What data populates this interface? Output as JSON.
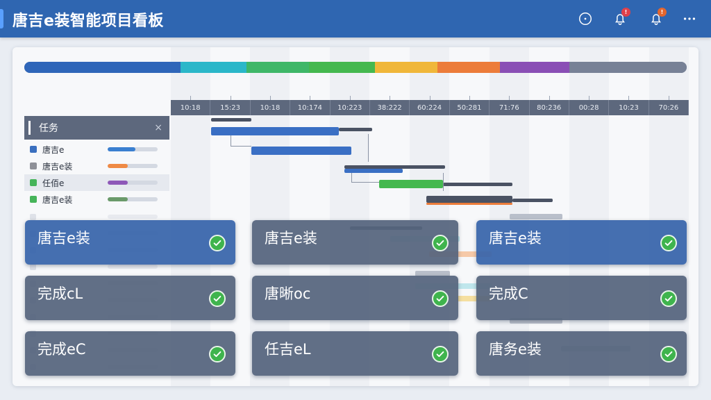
{
  "app": {
    "title": "唐吉e装智能项目看板"
  },
  "header_icons": [
    {
      "name": "clock-icon"
    },
    {
      "name": "bell-icon",
      "badge": "!"
    },
    {
      "name": "bell-icon",
      "badge": "!"
    },
    {
      "name": "more-icon"
    }
  ],
  "colors": {
    "header": "#2f66b1",
    "panel": "#f7f8fa",
    "card_blue": "#3764aa",
    "card_gray": "#55647d",
    "check": "#3fb44d"
  },
  "progress_segments": [
    {
      "color": "#2f66b9"
    },
    {
      "color": "#2bb7c9"
    },
    {
      "color": "#3fb768"
    },
    {
      "color": "#45b84f"
    },
    {
      "color": "#f0b73a"
    },
    {
      "color": "#ec7c3a"
    },
    {
      "color": "#8a4fb5"
    },
    {
      "color": "#778196"
    }
  ],
  "timeline": {
    "dates": [
      "10:18",
      "15:23",
      "10:18",
      "10:174",
      "10:223",
      "38:222",
      "60:224",
      "50:281",
      "71:76",
      "80:236",
      "00:28",
      "10:23",
      "70:26"
    ]
  },
  "tasks": {
    "header": "任务",
    "close_icon": "×",
    "rows": [
      {
        "label": "唐吉e",
        "color": "#3a6fbf",
        "progress_color": "#3a7fd0",
        "progress": 0.55
      },
      {
        "label": "唐吉e装",
        "color": "#8e9098",
        "progress_color": "#ef8a45",
        "progress": 0.4
      },
      {
        "label": "任佰e",
        "color": "#46b45a",
        "progress_color": "#8e58b8",
        "progress": 0.4
      },
      {
        "label": "唐吉e装",
        "color": "#46b45a",
        "progress_color": "#6a9a6a",
        "progress": 0.4
      }
    ]
  },
  "cards": [
    {
      "label": "唐吉e装",
      "style": "blue"
    },
    {
      "label": "唐吉e装",
      "style": "gray"
    },
    {
      "label": "唐吉e装",
      "style": "blue"
    },
    {
      "label": "完成cL",
      "style": "gray"
    },
    {
      "label": "唐晰oc",
      "style": "gray"
    },
    {
      "label": "完成C",
      "style": "gray"
    },
    {
      "label": "完成eC",
      "style": "gray"
    },
    {
      "label": "任吉eL",
      "style": "gray"
    },
    {
      "label": "唐务e装",
      "style": "gray"
    }
  ]
}
